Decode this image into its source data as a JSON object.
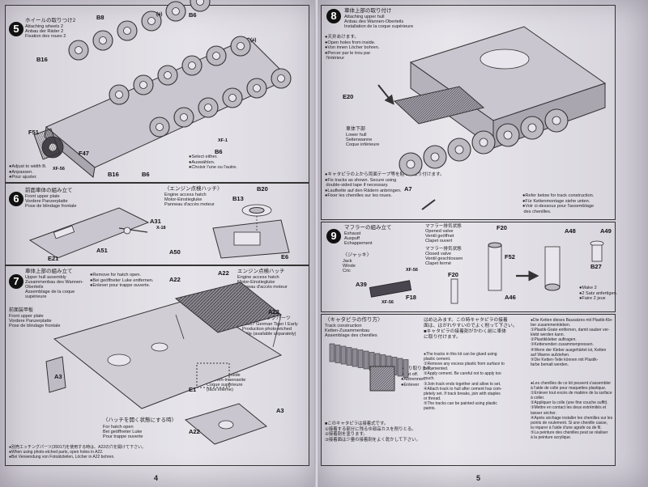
{
  "left_page": {
    "page_number": "4",
    "step5": {
      "number": "5",
      "title_jp": "ホイールの取りつけ2",
      "title_lines": [
        "Attaching wheels 2",
        "Anbau der Räder 2",
        "Fixation des roues 2"
      ],
      "labels": [
        "B8",
        "B6",
        "B16",
        "F47",
        "F51",
        "B6",
        "B16",
        "B6",
        "XF-1",
        "XF-56",
        "(a)",
        "(a)"
      ],
      "note_bottom": "●Select either.\n●Auswählen.\n●Choisir l'une ou l'autre.",
      "note_left": "●Adjust to width B.\n●Anpassen.\n●Pour ajuster."
    },
    "step6": {
      "number": "6",
      "title_jp": "前面車体の組み立て",
      "title_lines": [
        "Front upper plate",
        "Vordere Panzerplatte",
        "Pose de blindage frontale"
      ],
      "sub_jp": "〈エンジン点検ハッチ〉",
      "sub_lines": [
        "Engine access hatch",
        "Motor-Einstiegluke",
        "Panneau d'accès moteur"
      ],
      "labels": [
        "A31",
        "X-18",
        "A51",
        "A50",
        "E21",
        "B20",
        "B13",
        "E6"
      ]
    },
    "step7": {
      "number": "7",
      "title_jp": "車体上部の組み立て",
      "title_lines": [
        "Upper hull assembly",
        "Zusammenbau des Wannen-",
        "Oberteils",
        "Assemblage de la coque",
        "supérieure"
      ],
      "note_hole": "●Remove for hatch open.\n●Bei geöffneter Luke entfernen.\n●Enlever pour trappe ouverte.",
      "engine_hatch_jp": "エンジン点検ハッチ",
      "engine_hatch_lines": [
        "Engine access hatch",
        "Motor-Einstiegluke",
        "Panneau d'accès moteur"
      ],
      "grille_jp": "別売エッチングパーツ",
      "grille_lines": [
        "35017 German Tiger I Early",
        "Production photo-etched",
        "grille (available separately)"
      ],
      "lower_left": [
        "前面装甲板",
        "Front upper plate",
        "Vordere Panzerplatte",
        "Pose de blindage frontale"
      ],
      "inside_lines": [
        "Upper hull inside",
        "Wannen-Innenseite",
        "Coque supérieure",
        "(face interne)"
      ],
      "hatch_open_jp": "〈ハッチを開く状態にする時〉",
      "hatch_open_lines": [
        "For hatch open",
        "Bei geöffneter Luke",
        "Pour trappe ouverte"
      ],
      "labels": [
        "A22",
        "A22",
        "A22",
        "A3",
        "E1",
        "A3",
        "A22"
      ],
      "footer": "●別売エッチングパーツ(35017)を使用する時は、A22の穴を開けて下さい。\n●When using photo-etched parts, open holes in A22.\n●Bei Verwendung von Fotoätzteilen, Löcher in A22 bohren."
    }
  },
  "right_page": {
    "page_number": "5",
    "step8": {
      "number": "8",
      "title_jp": "車体上部の取り付け",
      "title_lines": [
        "Attaching upper hull",
        "Anbau des Wannen-Oberteils",
        "Installation de la coque supérieure"
      ],
      "note_hole": "●天井あけます。\n●Open holes from inside.\n●Von innen Löcher bohren.\n●Percer par le trou par\n l'intérieur",
      "lower_jp": "車体下部",
      "lower_lines": [
        "Lower hull",
        "Seitenwanne",
        "Coque inférieure"
      ],
      "track_note": "●キャタピラの上から両面テープ等を貼って取り付けます。\n●Fix tracks as shown. Secure using\n double-sided tape if necessary.\n●Laufkette auf den Rädern anbringen.\n●Fixer les chenilles sur les roues.",
      "track_right": "●Refer below for track construction.\n●Für Kettenmontage siehe unten.\n●Voir ci-dessous pour l'assemblage\n des chenilles.",
      "labels": [
        "E20",
        "A7"
      ]
    },
    "step9": {
      "number": "9",
      "title_jp": "マフラーの組み立て",
      "title_lines": [
        "Exhaust",
        "Auspuff",
        "Echappement"
      ],
      "jack_jp": "〈ジャッキ〉",
      "jack_lines": [
        "Jack",
        "Winde",
        "Cric"
      ],
      "muffler_open": [
        "マフラー排気状態",
        "Opened valve",
        "Ventil geöffnet",
        "Clapet ouvert"
      ],
      "muffler_closed": [
        "マフラー排気状態",
        "Closed valve",
        "Ventil geschlossen",
        "Clapet fermé"
      ],
      "labels": [
        "F20",
        "F52",
        "F20",
        "A46",
        "A48",
        "A49",
        "B27",
        "A39",
        "XF-56",
        "F18",
        "XF-56"
      ],
      "note": "●Make 2\n●2 Satz anfertigen.\n●Faire 2 jeux"
    },
    "track": {
      "title_jp": "〈キャタピラの作り方〉",
      "title_lines": [
        "Track construction",
        "Ketten-Zusammenbau",
        "Assemblage des chenilles"
      ],
      "jp_text": "はめ込みます。この時キャタピラの接着\n面は、はがれやすいのでよく削って下さい。\n■キャタピラの接着剤がかわく前に車体\nに取り付けます。",
      "cut_note": "●切り取ります。\n●Cut off.\n●Abtrennen.\n●Enlever",
      "en_text": "●The tracks in this kit can be glued using\nplastic cement.\n①Remove any excess plastic from surface to\nbe cemented.\n②Apply cement. Be careful not to apply too\nmuch.\n③Join track ends together and allow to set.\n④Attach track to hull after cement has com-\npletely set. If track breaks, join with staples\nor thread.\n⑤The tracks can be painted using plastic\npaints.",
      "jp_lower": "■このキャタピラは接着式です。\n①接着する部分に残るゆ部品カスを削りとる。\n②接着剤を塗ります。\n③接着面は少量の接着剤をよく乾かして下さい。",
      "de_text": "●Die Ketten dieses Bausatzes mit Plastik-Kle-\nber zusammenkleben.\n①Plastik-Grate entfernen, damit sauber ver-\nklebt werden kann.\n②Plastikkleber auftragen.\n③Kettenenden zusammenpressen.\n④Wenn der Kleber ausgehärtet ist, Ketten\nauf Wanne aufziehen.\n⑤Die Ketten-Teile können mit Plastik-\nfarbe bemalt werden.",
      "fr_text": "●Les chenilles de ce kit peuvent s'assembler\nà l'aide de colle pour maquettes plastique.\n①Enlever tout excès de matière de la surface\nà coller.\n②Appliquer la colle (une fine couche suffit).\n③Mettre en contact les deux extrémités et\nlaisser sécher.\n④Après séchage installer les chenilles sur les\npoints de roulement. Si une chenille casse,\nla réparer à l'aide d'une agrafe ou de fil.\n⑤La peinture des chenilles peut se réaliser\nà la peinture acrylique."
    }
  }
}
